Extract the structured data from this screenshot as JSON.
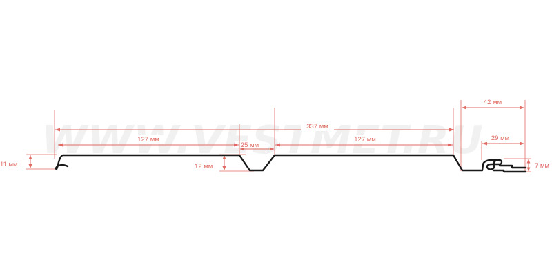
{
  "watermark": "WWW.VESTMET.RU",
  "colors": {
    "dimension": "#e06a64",
    "profile": "#1a1a1a",
    "background": "#ffffff"
  },
  "dimensions": {
    "overall_width": "337 мм",
    "panel_left": "127 мм",
    "groove_width": "25 мм",
    "panel_right": "127 мм",
    "lock_width": "42 мм",
    "lock_inner": "29 мм",
    "left_edge_height": "11 мм",
    "groove_depth": "12 мм",
    "lock_height": "7 мм"
  }
}
